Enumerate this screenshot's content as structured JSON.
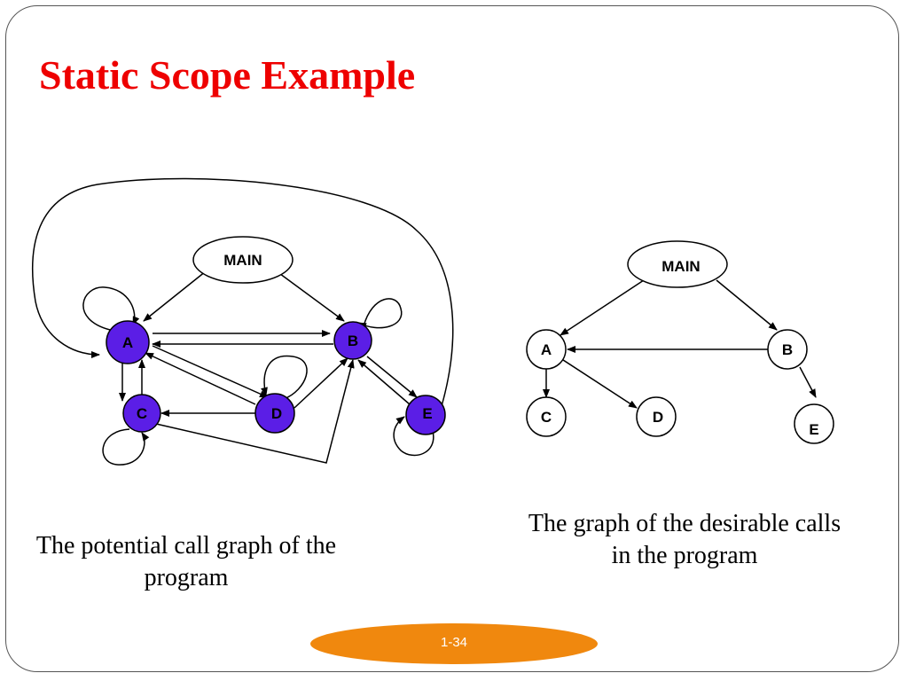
{
  "slide": {
    "title": "Static Scope Example",
    "left_caption": "The potential call graph of the program",
    "right_caption": "The graph of the desirable calls in the program",
    "page_number": "1-34"
  },
  "left_graph": {
    "nodes": {
      "main": "MAIN",
      "a": "A",
      "b": "B",
      "c": "C",
      "d": "D",
      "e": "E"
    },
    "edges": [
      {
        "from": "MAIN",
        "to": "A"
      },
      {
        "from": "MAIN",
        "to": "B"
      },
      {
        "from": "A",
        "to": "B"
      },
      {
        "from": "B",
        "to": "A"
      },
      {
        "from": "A",
        "to": "C"
      },
      {
        "from": "C",
        "to": "A"
      },
      {
        "from": "A",
        "to": "D"
      },
      {
        "from": "D",
        "to": "A"
      },
      {
        "from": "D",
        "to": "C"
      },
      {
        "from": "D",
        "to": "B"
      },
      {
        "from": "B",
        "to": "E"
      },
      {
        "from": "E",
        "to": "B"
      },
      {
        "from": "C",
        "to": "B"
      },
      {
        "from": "E",
        "to": "A"
      },
      {
        "from": "A",
        "to": "A"
      },
      {
        "from": "B",
        "to": "B"
      },
      {
        "from": "C",
        "to": "C"
      },
      {
        "from": "D",
        "to": "D"
      },
      {
        "from": "E",
        "to": "E"
      }
    ],
    "node_color": "#5b1ee6"
  },
  "right_graph": {
    "nodes": {
      "main": "MAIN",
      "a": "A",
      "b": "B",
      "c": "C",
      "d": "D",
      "e": "E"
    },
    "edges": [
      {
        "from": "MAIN",
        "to": "A"
      },
      {
        "from": "MAIN",
        "to": "B"
      },
      {
        "from": "B",
        "to": "A"
      },
      {
        "from": "A",
        "to": "C"
      },
      {
        "from": "A",
        "to": "D"
      },
      {
        "from": "B",
        "to": "E"
      }
    ]
  },
  "colors": {
    "title": "#ee0000",
    "badge": "#f0880e",
    "filled_node": "#5b1ee6"
  }
}
